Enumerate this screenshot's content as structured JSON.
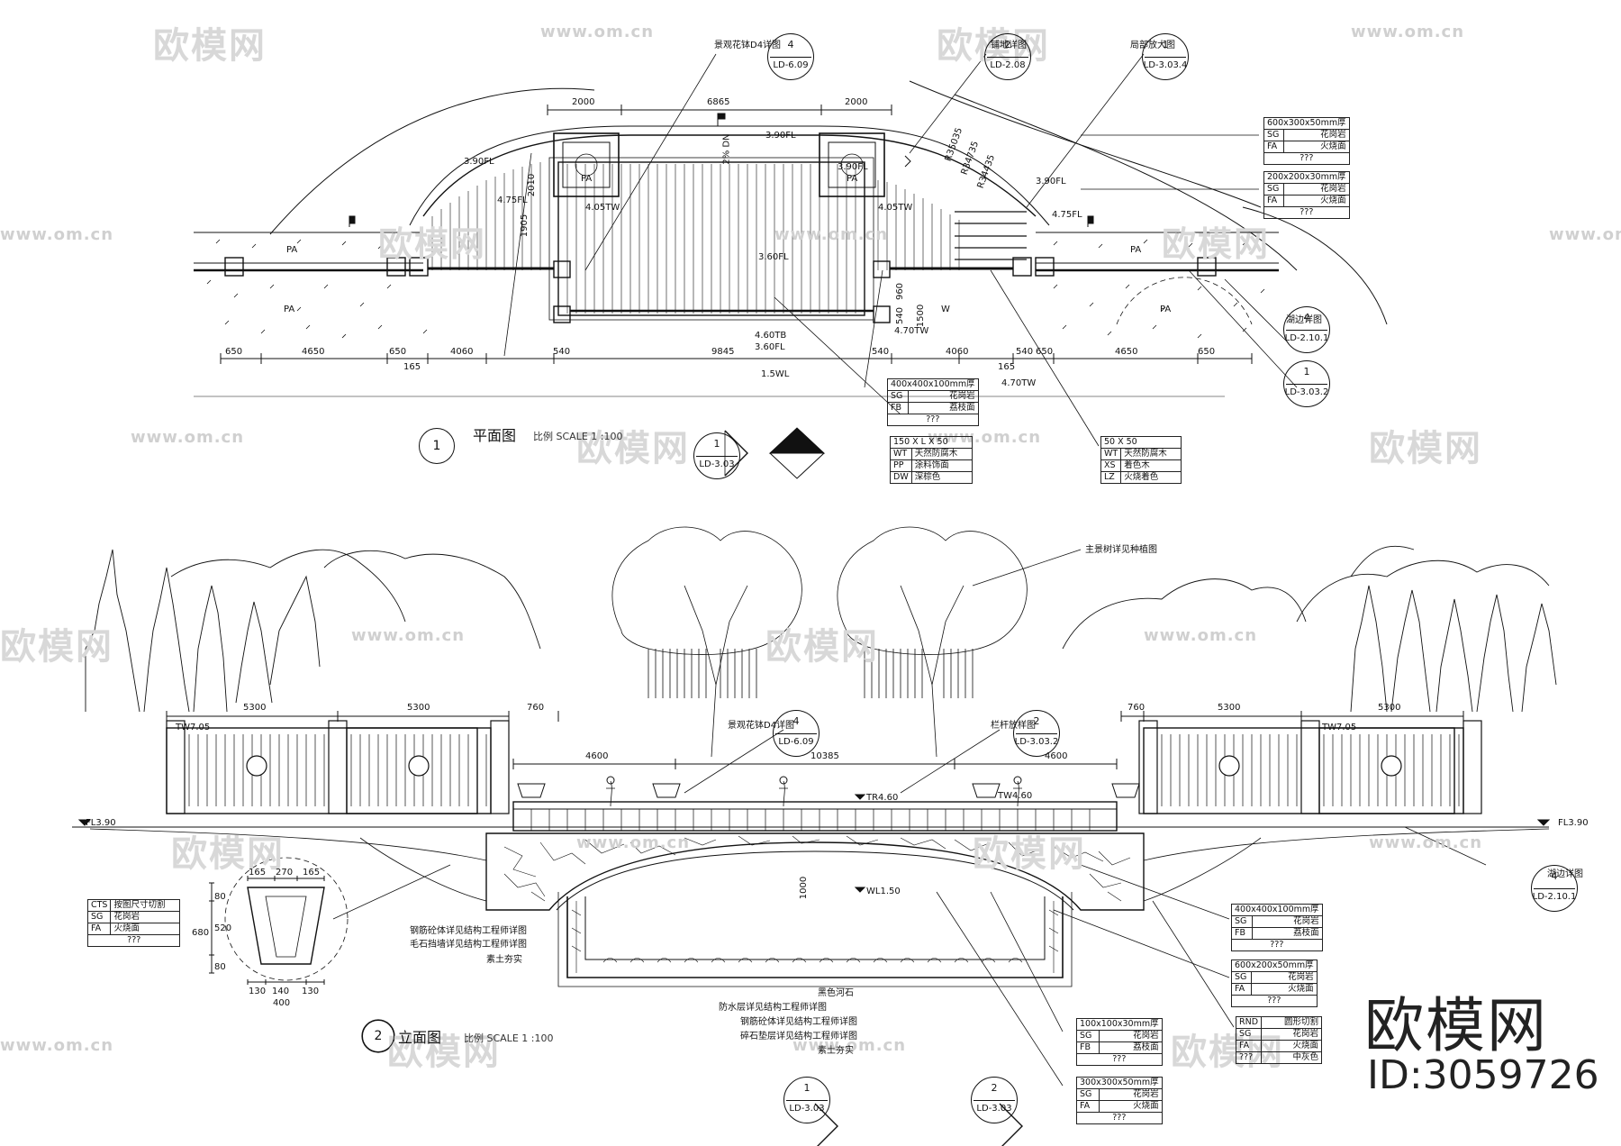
{
  "watermark": {
    "logo": "欧模网",
    "url": "www.om.cn"
  },
  "brand": {
    "logo": "欧模网",
    "id": "ID:3059726"
  },
  "plan": {
    "title": "平面图",
    "scale": "比例 SCALE 1 :100",
    "number": "1",
    "dims_top": [
      "2000",
      "6865",
      "2000"
    ],
    "dims_bottom": [
      "650",
      "4650",
      "650",
      "165",
      "4060",
      "540",
      "9845",
      "540",
      "4060",
      "165",
      "540",
      "650",
      "4650",
      "650"
    ],
    "levels": [
      "3.90FL",
      "3.90FL",
      "3.90FL",
      "3.90FL",
      "4.75FL",
      "4.75FL",
      "4.05TW",
      "4.05TW",
      "3.60FL",
      "4.60TB",
      "3.60FL",
      "4.70TW",
      "4.70TW",
      "1.5WL"
    ],
    "slopes": [
      "2% DN",
      "R35035",
      "R34735",
      "R34435"
    ],
    "marks": [
      "PA",
      "PA",
      "PA",
      "PA",
      "PA",
      "PA",
      "W",
      "960",
      "1500",
      "540",
      "1905",
      "2010"
    ],
    "callouts": {
      "planter": "景观花钵D4详图",
      "paving": "铺地详图",
      "enlarge": "局部放大图",
      "railing": "湖边详图"
    }
  },
  "elev": {
    "title": "立面图",
    "scale": "比例 SCALE 1 :100",
    "number": "2",
    "dims": [
      "5300",
      "5300",
      "760",
      "4600",
      "10385",
      "4600",
      "760",
      "5300",
      "5300"
    ],
    "levels": [
      "TW7.05",
      "TW7.05",
      "FL3.90",
      "FL3.90",
      "TR4.60",
      "TW4.60",
      "WL1.50",
      "1000"
    ],
    "callouts": {
      "tree": "主景树详见种植图",
      "planter": "景观花钵D4详图",
      "railing": "栏杆放样图",
      "lake": "湖边详图"
    },
    "left_notes": [
      "钢筋砼体详见结构工程师详图",
      "毛石挡墙详见结构工程师详图",
      "素土夯实"
    ],
    "bottom_notes": [
      "黑色河石",
      "防水层详见结构工程师详图",
      "钢筋砼体详见结构工程师详图",
      "碎石垫层详见结构工程师详图",
      "素土夯实"
    ],
    "detail_dims": [
      "165",
      "270",
      "165",
      "80",
      "520",
      "80",
      "680",
      "130",
      "140",
      "130",
      "400"
    ]
  },
  "refs": [
    {
      "n": "4",
      "r": "LD-6.09"
    },
    {
      "n": "2",
      "r": "LD-2.08"
    },
    {
      "n": "1",
      "r": "LD-3.03.4"
    },
    {
      "n": "4",
      "r": "LD-2.10.1"
    },
    {
      "n": "1",
      "r": "LD-3.03.2"
    },
    {
      "n": "1",
      "r": "LD-3.03"
    },
    {
      "n": "4",
      "r": "LD-6.09"
    },
    {
      "n": "2",
      "r": "LD-3.03.2"
    },
    {
      "n": "4",
      "r": "LD-2.10.1"
    },
    {
      "n": "1",
      "r": "LD-3.03"
    },
    {
      "n": "2",
      "r": "LD-3.03"
    }
  ],
  "tables": {
    "t1": [
      [
        "600x300x50mm厚",
        ""
      ],
      [
        "SG",
        "花岗岩"
      ],
      [
        "FA",
        "火烧面"
      ],
      [
        "???",
        ""
      ]
    ],
    "t2": [
      [
        "200x200x30mm厚",
        ""
      ],
      [
        "SG",
        "花岗岩"
      ],
      [
        "FA",
        "火烧面"
      ],
      [
        "???",
        ""
      ]
    ],
    "t3": [
      [
        "400x400x100mm厚",
        ""
      ],
      [
        "SG",
        "花岗岩"
      ],
      [
        "FB",
        "荔枝面"
      ],
      [
        "???",
        ""
      ]
    ],
    "t4": [
      [
        "150 X L X 50",
        ""
      ],
      [
        "WT",
        "天然防腐木"
      ],
      [
        "PP",
        "涂料饰面"
      ],
      [
        "DW",
        "深棕色"
      ]
    ],
    "t5": [
      [
        "50 X 50",
        ""
      ],
      [
        "WT",
        "天然防腐木"
      ],
      [
        "XS",
        "着色木"
      ],
      [
        "LZ",
        "火烧着色"
      ]
    ],
    "t6": [
      [
        "CTS",
        "按图尺寸切割"
      ],
      [
        "SG",
        "花岗岩"
      ],
      [
        "FA",
        "火烧面"
      ],
      [
        "???",
        ""
      ]
    ],
    "t7": [
      [
        "400x400x100mm厚",
        ""
      ],
      [
        "SG",
        "花岗岩"
      ],
      [
        "FB",
        "荔枝面"
      ],
      [
        "???",
        ""
      ]
    ],
    "t8": [
      [
        "600x200x50mm厚",
        ""
      ],
      [
        "SG",
        "花岗岩"
      ],
      [
        "FA",
        "火烧面"
      ],
      [
        "???",
        ""
      ]
    ],
    "t9": [
      [
        "100x100x30mm厚",
        ""
      ],
      [
        "SG",
        "花岗岩"
      ],
      [
        "FB",
        "荔枝面"
      ],
      [
        "???",
        ""
      ]
    ],
    "t10": [
      [
        "RND",
        "圆形切割"
      ],
      [
        "SG",
        "花岗岩"
      ],
      [
        "FA",
        "火烧面"
      ],
      [
        "???",
        "中灰色"
      ]
    ],
    "t11": [
      [
        "300x300x50mm厚",
        ""
      ],
      [
        "SG",
        "花岗岩"
      ],
      [
        "FA",
        "火烧面"
      ],
      [
        "???",
        ""
      ]
    ]
  }
}
